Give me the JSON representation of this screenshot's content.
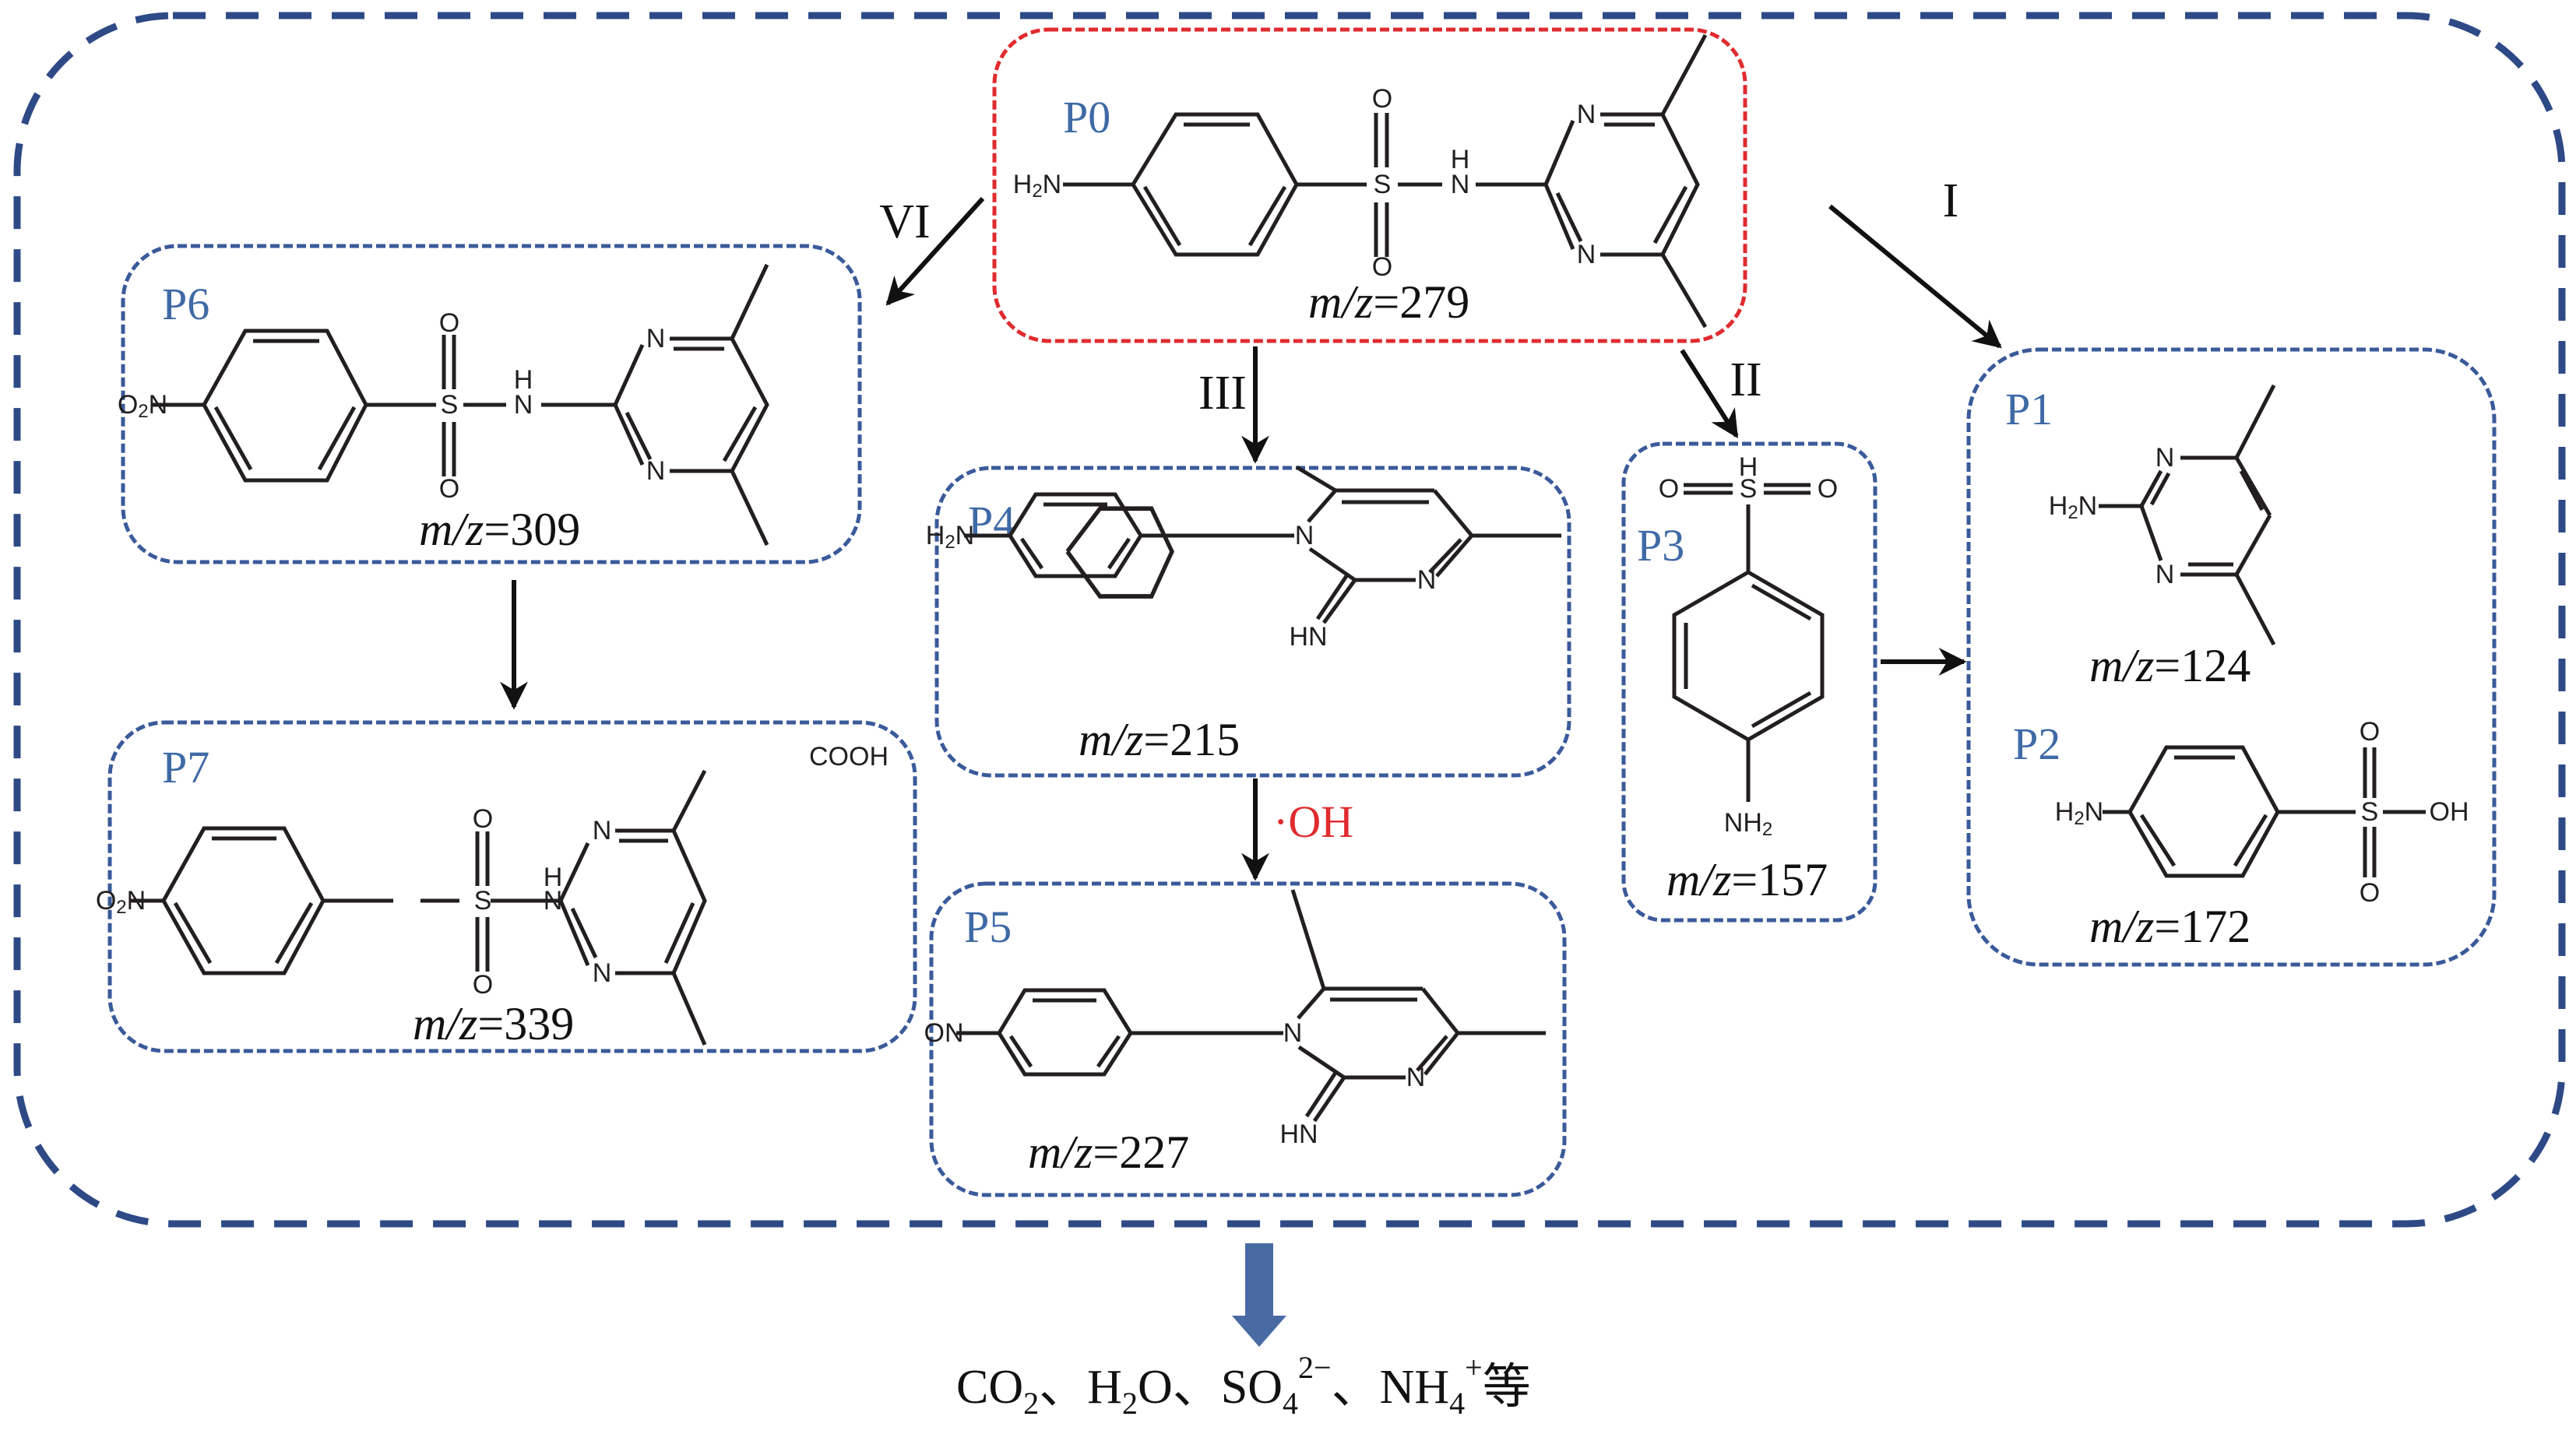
{
  "figure": {
    "description": "Proposed degradation pathway of sulfamethazine (P0) into intermediates P1-P7",
    "colors": {
      "outer_border": "#2e4a86",
      "parent_border": "#e02b2f",
      "product_border": "#3a5a9a",
      "product_label": "#3f6aa6",
      "radical_label": "#e02b2f",
      "mineralization_arrow": "#4a6aa3"
    }
  },
  "compounds": {
    "P0": {
      "label": "P0",
      "mz_prefix": "m/z",
      "mz_value": "=279",
      "atoms": {
        "amine": "H2N",
        "s": "S",
        "o_top": "O",
        "o_bot": "O",
        "nh_h": "H",
        "nh_n": "N",
        "n_top": "N",
        "n_bot": "N"
      }
    },
    "P1": {
      "label": "P1",
      "mz_prefix": "m/z",
      "mz_value": "=124",
      "atoms": {
        "amine": "H2N",
        "n_top": "N",
        "n_bot": "N"
      }
    },
    "P2": {
      "label": "P2",
      "mz_prefix": "m/z",
      "mz_value": "=172",
      "atoms": {
        "amine": "H2N",
        "s": "S",
        "o_top": "O",
        "o_bot": "O",
        "oh": "OH"
      }
    },
    "P3": {
      "label": "P3",
      "mz_prefix": "m/z",
      "mz_value": "=157",
      "atoms": {
        "s": "S",
        "h": "H",
        "o_left": "O",
        "o_right": "O",
        "amine": "NH2"
      }
    },
    "P4": {
      "label": "P4",
      "mz_prefix": "m/z",
      "mz_value": "=215",
      "atoms": {
        "amine": "H2N",
        "n1": "N",
        "n3": "N",
        "imine": "HN"
      }
    },
    "P5": {
      "label": "P5",
      "mz_prefix": "m/z",
      "mz_value": "=227",
      "atoms": {
        "nitroso": "ON",
        "n1": "N",
        "n3": "N",
        "imine": "HN"
      }
    },
    "P6": {
      "label": "P6",
      "mz_prefix": "m/z",
      "mz_value": "=309",
      "atoms": {
        "nitro": "O2N",
        "s": "S",
        "o_top": "O",
        "o_bot": "O",
        "nh_h": "H",
        "nh_n": "N",
        "n_top": "N",
        "n_bot": "N"
      }
    },
    "P7": {
      "label": "P7",
      "mz_prefix": "m/z",
      "mz_value": "=339",
      "atoms": {
        "nitro": "O2N",
        "s": "S",
        "o_top": "O",
        "o_bot": "O",
        "nh_h": "H",
        "nh_n": "N",
        "n_top": "N",
        "n_bot": "N",
        "cooh": "COOH"
      }
    }
  },
  "pathways": {
    "I": "I",
    "II": "II",
    "III": "III",
    "VI": "VI",
    "radical": "·OH"
  },
  "final_products": {
    "co2": "CO",
    "co2_sub": "2",
    "sep1": "、",
    "h2o_h": "H",
    "h2o_sub": "2",
    "h2o_o": "O",
    "sep2": "、",
    "so4": "SO",
    "so4_sub": "4",
    "so4_sup": "2−",
    "sep3": "、",
    "nh4": "NH",
    "nh4_sub": "4",
    "nh4_sup": "+",
    "etc": "等"
  }
}
